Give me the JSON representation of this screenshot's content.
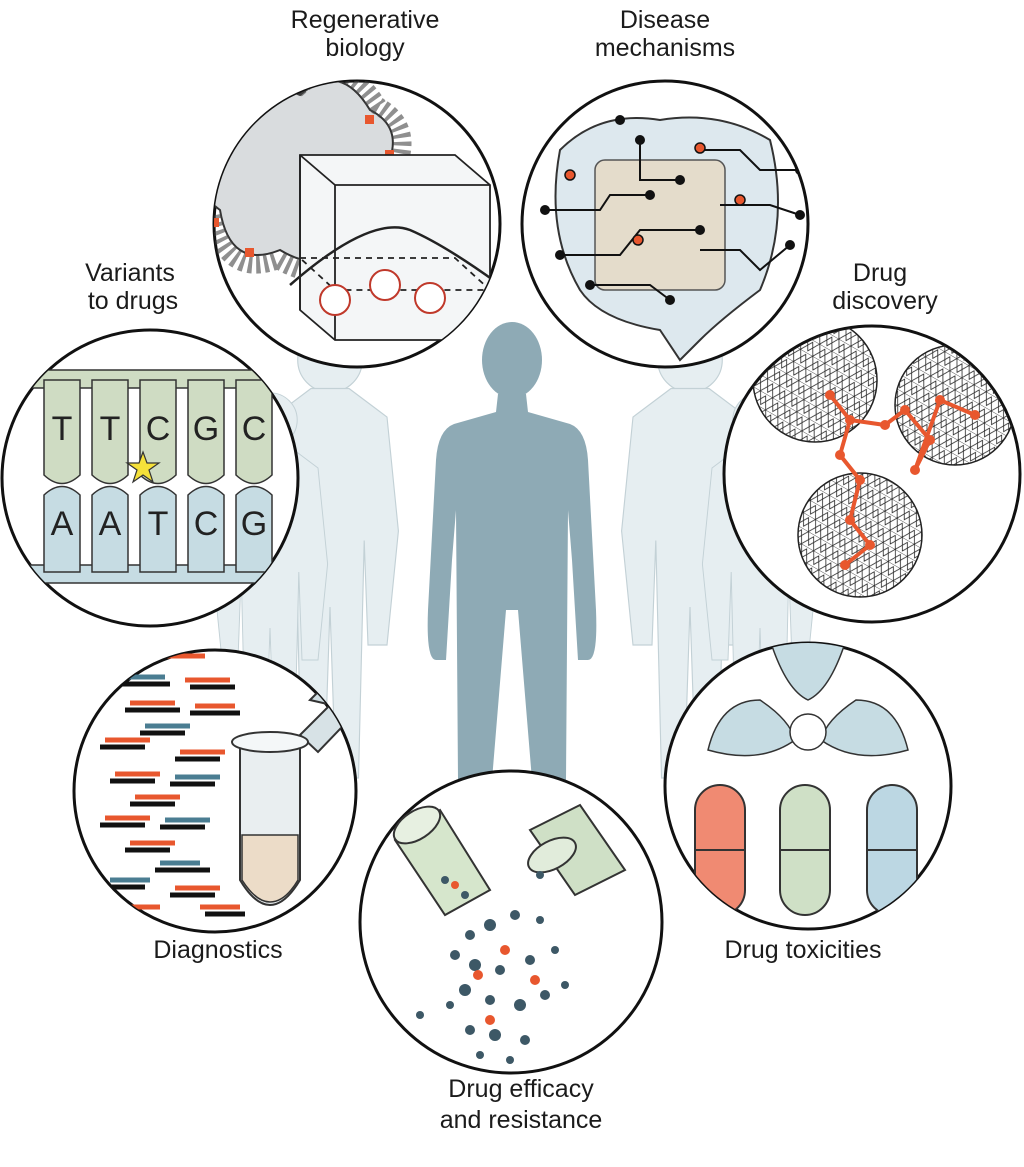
{
  "labels": {
    "regenerative": [
      "Regenerative",
      "biology"
    ],
    "disease": [
      "Disease",
      "mechanisms"
    ],
    "variants": [
      "Variants",
      "to drugs"
    ],
    "discovery": [
      "Drug",
      "discovery"
    ],
    "diagnostics": "Diagnostics",
    "toxicities": "Drug toxicities",
    "efficacy": [
      "Drug efficacy",
      "and resistance"
    ]
  },
  "sequence": {
    "top_strand": [
      "T",
      "T",
      "C",
      "G",
      "C"
    ],
    "bottom_strand": [
      "A",
      "A",
      "T",
      "C",
      "G"
    ]
  },
  "colors": {
    "accent_orange": "#e8572e",
    "figure_blue": "#8eaab5",
    "ghost_figure": "#dde7ea",
    "strand_green": "#cfdcc3",
    "strand_blue": "#c6dce3",
    "capsule_red": "#f08a72",
    "capsule_green": "#cfe0c6",
    "capsule_blue": "#bcd7e3",
    "dna_dot": "#3d5866"
  }
}
